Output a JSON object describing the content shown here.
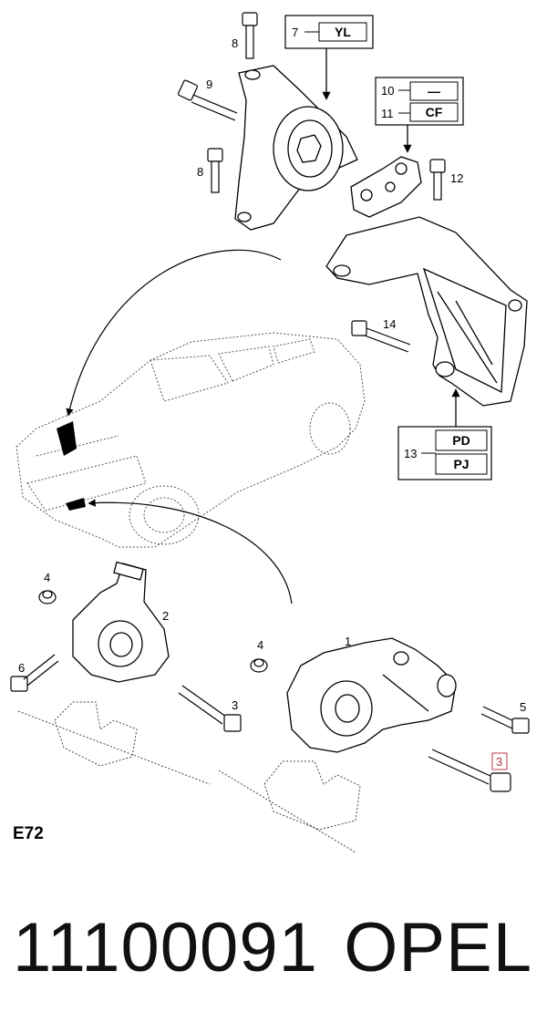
{
  "callouts": {
    "c7": {
      "num": "7",
      "code": "YL"
    },
    "c10": {
      "num": "10",
      "code": "—"
    },
    "c11": {
      "num": "11",
      "code": "CF"
    },
    "c13": {
      "num": "13",
      "code_top": "PD",
      "code_bottom": "PJ"
    }
  },
  "labels": {
    "l8a": "8",
    "l9": "9",
    "l8b": "8",
    "l12": "12",
    "l14": "14",
    "l4a": "4",
    "l2": "2",
    "l6": "6",
    "l3a": "3",
    "l4b": "4",
    "l1": "1",
    "l5": "5",
    "l3b": "3"
  },
  "figure_code": "E72",
  "part_number": "11100091",
  "brand": "OPEL",
  "colors": {
    "highlight": "#b23a4a"
  }
}
